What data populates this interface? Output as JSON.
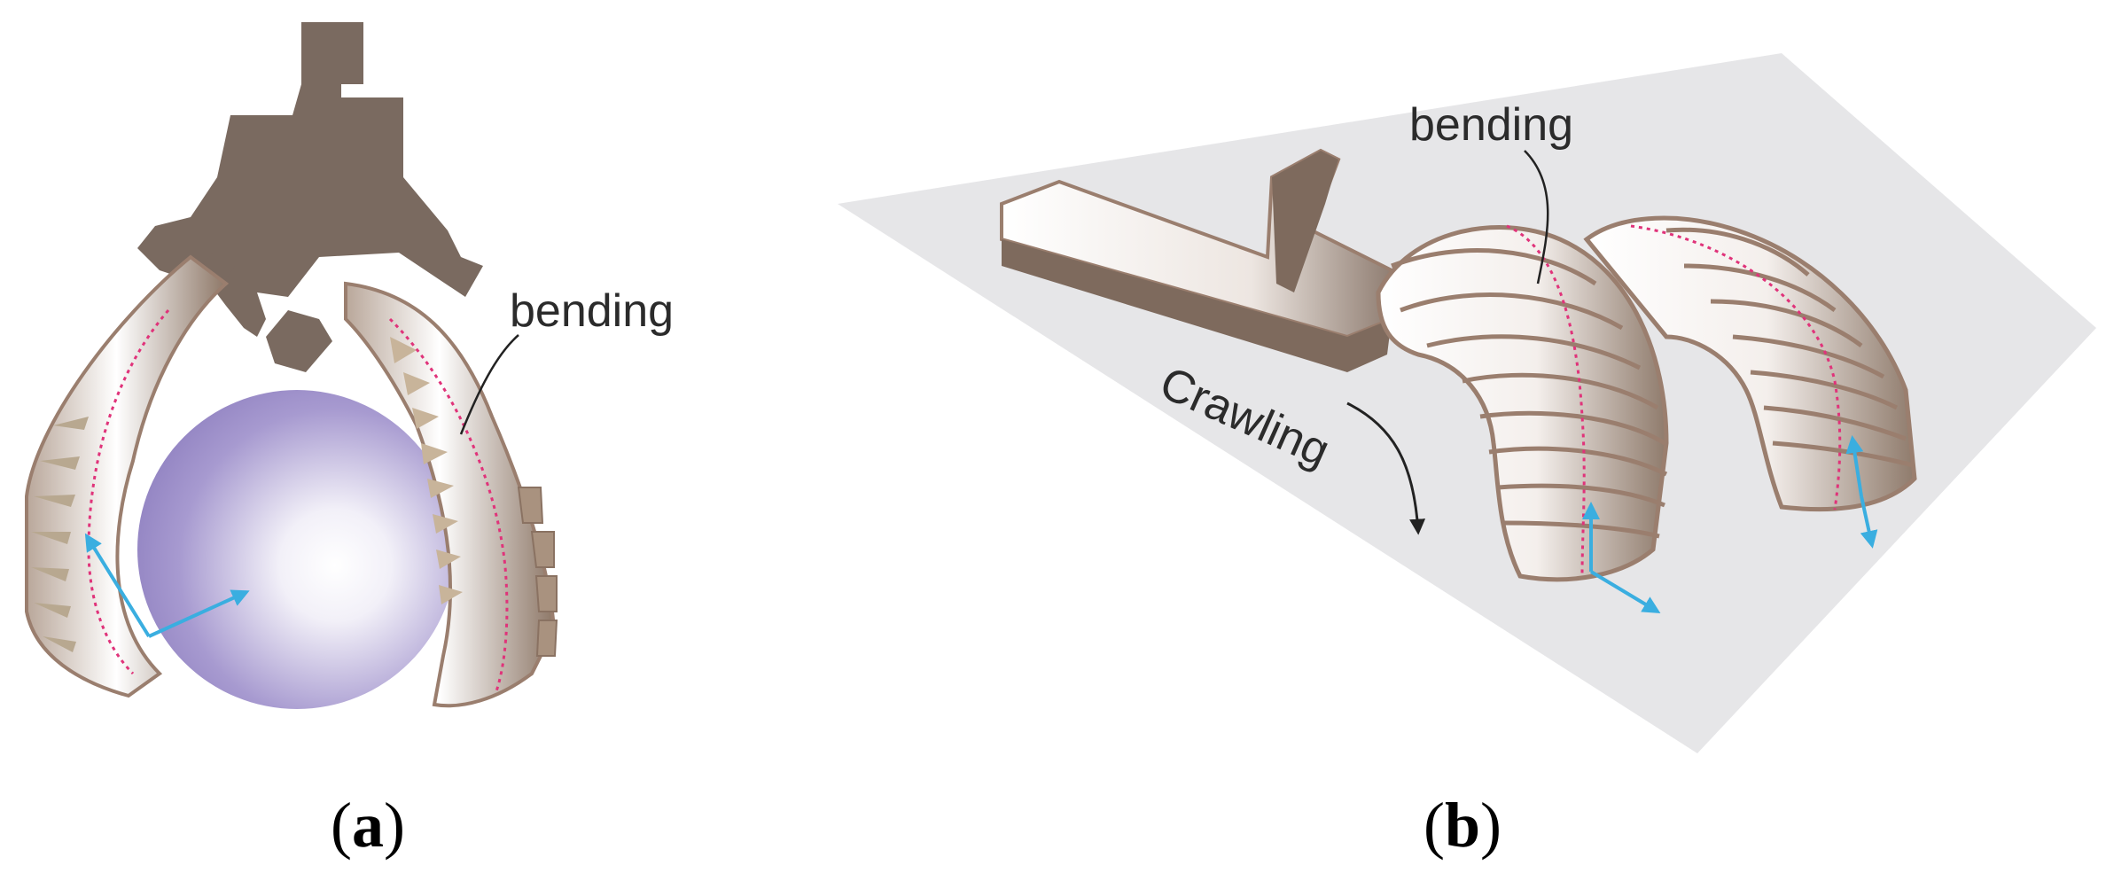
{
  "panel_a": {
    "caption_open": "(",
    "caption_letter": "a",
    "caption_close": ")",
    "bending_label": "bending"
  },
  "panel_b": {
    "caption_open": "(",
    "caption_letter": "b",
    "caption_close": ")",
    "bending_label": "bending",
    "crawling_label": "Crawling"
  },
  "colors": {
    "body_brown": "#7a6a60",
    "finger_outline": "#9a7e6e",
    "strain_line": "#e0337a",
    "arrow_blue": "#3aaee0",
    "sphere": "#9a8cc8",
    "ground": "#e6e6e8"
  }
}
